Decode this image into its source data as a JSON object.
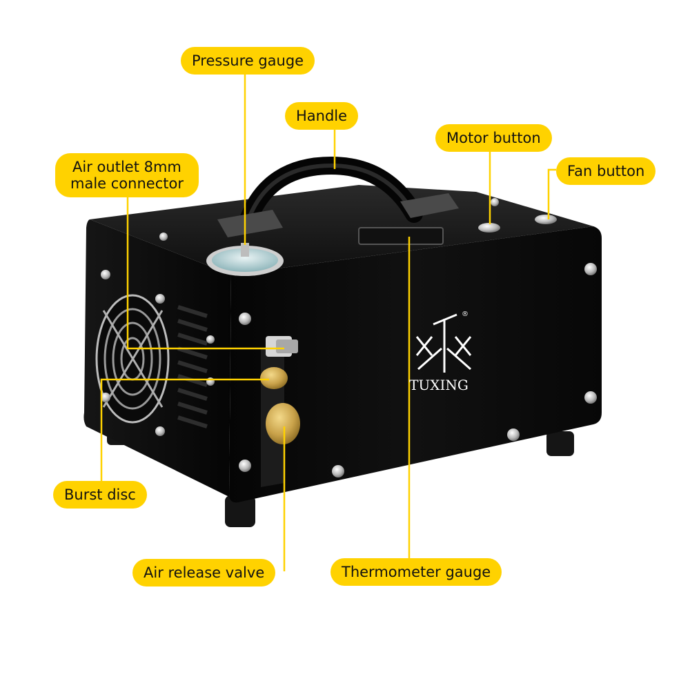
{
  "labels": {
    "pressure_gauge": "Pressure gauge",
    "handle": "Handle",
    "motor_button": "Motor button",
    "fan_button": "Fan button",
    "air_outlet_line1": "Air outlet 8mm",
    "air_outlet_line2": "male connector",
    "burst_disc": "Burst disc",
    "air_release_valve": "Air release valve",
    "thermometer_gauge": "Thermometer gauge"
  },
  "brand": {
    "name": "TUXING",
    "registered_mark": "®"
  },
  "colors": {
    "label_background": "#FFD200",
    "leader_line": "#FFD200",
    "device_body": "#0b0b0b",
    "brass": "#c9a24a"
  }
}
